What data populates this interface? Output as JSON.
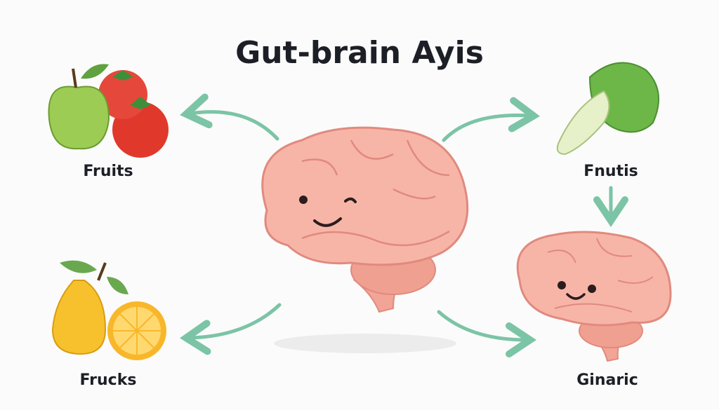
{
  "title": "Gut-brain Ayis",
  "labels": {
    "top_left": "Fruits",
    "top_right": "Fnutis",
    "bottom_left": "Frucks",
    "bottom_right": "Ginaric"
  },
  "colors": {
    "arrow": "#7cc4a6",
    "brain": "#f7b5a8",
    "brain_line": "#e08a7e",
    "text": "#1c1f26"
  }
}
